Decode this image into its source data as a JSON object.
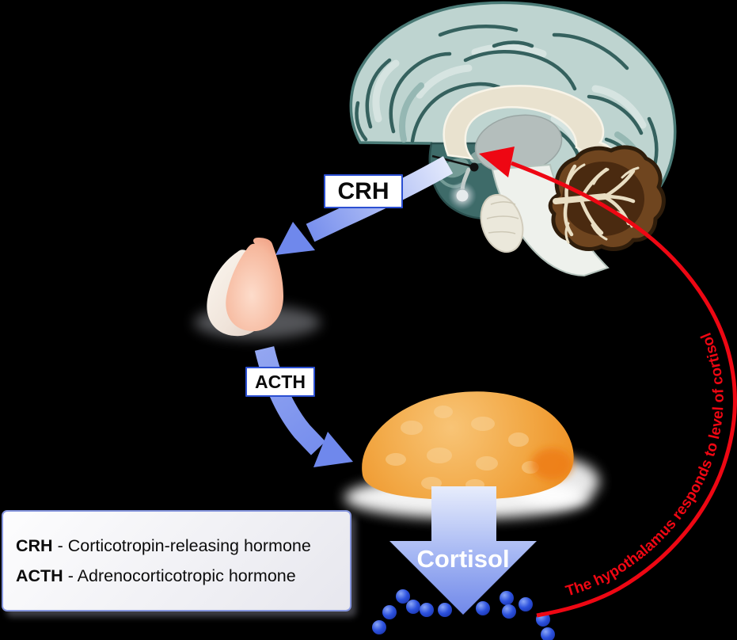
{
  "labels": {
    "crh": "CRH",
    "acth": "ACTH",
    "cortisol": "Cortisol",
    "feedback": "The hypothalamus responds to level of cortisol"
  },
  "legend": {
    "items": [
      {
        "abbr": "CRH",
        "definition": "- Corticotropin-releasing hormone"
      },
      {
        "abbr": "ACTH",
        "definition": "- Adrenocorticotropic hormone"
      }
    ]
  },
  "illustrations": {
    "brain": "sagittal-brain-with-hypothalamus-marker",
    "cerebellum": "cerebellum-arbor-vitae",
    "pituitary": "pituitary-gland",
    "adrenal": "adrenal-gland",
    "cortisol_dots": "cortisol-molecule-dots"
  },
  "colors": {
    "background": "#000000",
    "arrow_blue": "#7189ec",
    "arrow_blue_light": "#dfe6fb",
    "label_border_blue": "#2b4fd2",
    "feedback_red": "#ee0713",
    "adrenal_orange": "#f09a2e",
    "dot_blue": "#2d52de",
    "brain_teal": "#bed4d0",
    "sulci_teal": "#35615e",
    "cerebellum_brown": "#6f451f",
    "pituitary_pink": "#f3a98c",
    "legend_border": "#8696de"
  }
}
